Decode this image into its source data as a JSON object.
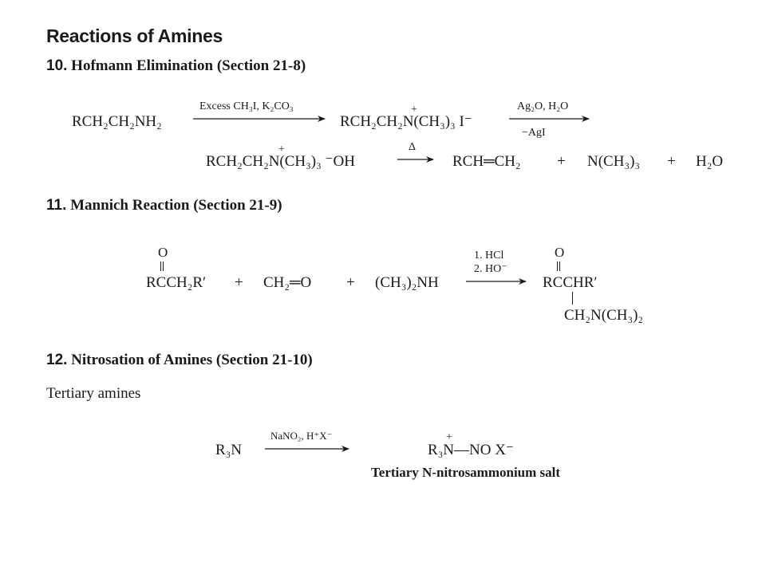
{
  "page_title": "Reactions of Amines",
  "sections": [
    {
      "number": "10.",
      "title": "Hofmann Elimination (Section 21-8)"
    },
    {
      "number": "11.",
      "title": "Mannich Reaction (Section 21-9)"
    },
    {
      "number": "12.",
      "title": "Nitrosation of Amines (Section 21-10)"
    }
  ],
  "hofmann": {
    "reactant": "RCH₂CH₂NH₂",
    "reagent1": "Excess CH₃I, K₂CO₃",
    "intermediate": "RCH₂CH₂N(CH₃)₃ I⁻",
    "reagent2_top": "Ag₂O, H₂O",
    "reagent2_bottom": "−AgI",
    "hydroxide": "RCH₂CH₂N(CH₃)₃ ⁻OH",
    "heat": "Δ",
    "alkene": "RCH═CH₂",
    "amine": "N(CH₃)₃",
    "water": "H₂O",
    "plus": "+",
    "charge": "+"
  },
  "mannich": {
    "carbonyl_o": "O",
    "ketone": "RCCH₂R′",
    "formaldehyde": "CH₂═O",
    "dimethylamine": "(CH₃)₂NH",
    "step1": "1. HCl",
    "step2": "2. HO⁻",
    "product": "RCCHR′",
    "substituent": "CH₂N(CH₃)₂",
    "plus": "+"
  },
  "nitrosation": {
    "subtitle": "Tertiary amines",
    "reactant": "R₃N",
    "reagent": "NaNO₂, H⁺X⁻",
    "product": "R₃N—NO X⁻",
    "charge": "+",
    "caption": "Tertiary N-nitrosammonium salt"
  }
}
